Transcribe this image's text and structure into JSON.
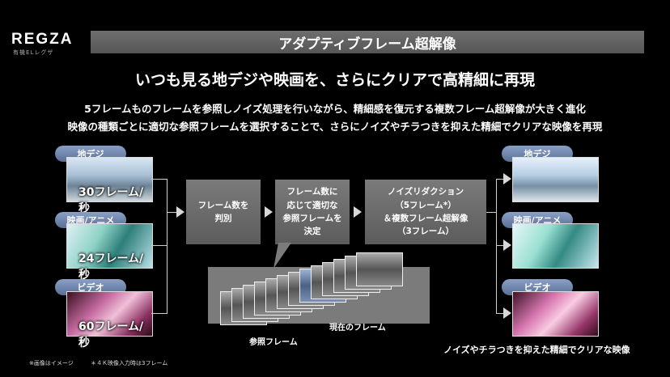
{
  "brand": {
    "logo": "REGZA",
    "subtitle": "有機ELレグザ"
  },
  "title": "アダプティブフレーム超解像",
  "headline": "いつも見る地デジや映画を、さらにクリアで高精細に再現",
  "description": [
    "5フレームものフレームを参照しノイズ処理を行いながら、精細感を復元する複数フレーム超解像が大きく進化",
    "映像の種類ごとに適切な参照フレームを選択することで、さらにノイズやチラつきを抑えた精細でクリアな映像を再現"
  ],
  "inputs": [
    {
      "label": "地デジ",
      "frames": "30フレーム/秒"
    },
    {
      "label": "映画/アニメ",
      "frames": "24フレーム/秒"
    },
    {
      "label": "ビデオ",
      "frames": "60フレーム/秒"
    }
  ],
  "steps": [
    {
      "text": "フレーム数を\n判別"
    },
    {
      "text": "フレーム数に\n応じて適切な\n参照フレームを\n決定"
    },
    {
      "text": "ノイズリダクション\n（5フレーム*）\n＆複数フレーム超解像\n（3フレーム）"
    }
  ],
  "frames_captions": {
    "reference": "参照フレーム",
    "current": "現在のフレーム"
  },
  "outputs": [
    {
      "label": "地デジ"
    },
    {
      "label": "映画/アニメ"
    },
    {
      "label": "ビデオ"
    }
  ],
  "output_caption": "ノイズやチラつきを抑えた精細でクリアな映像",
  "footnotes": [
    "※画像はイメージ",
    "＊４Ｋ映像入力時は3フレーム"
  ]
}
